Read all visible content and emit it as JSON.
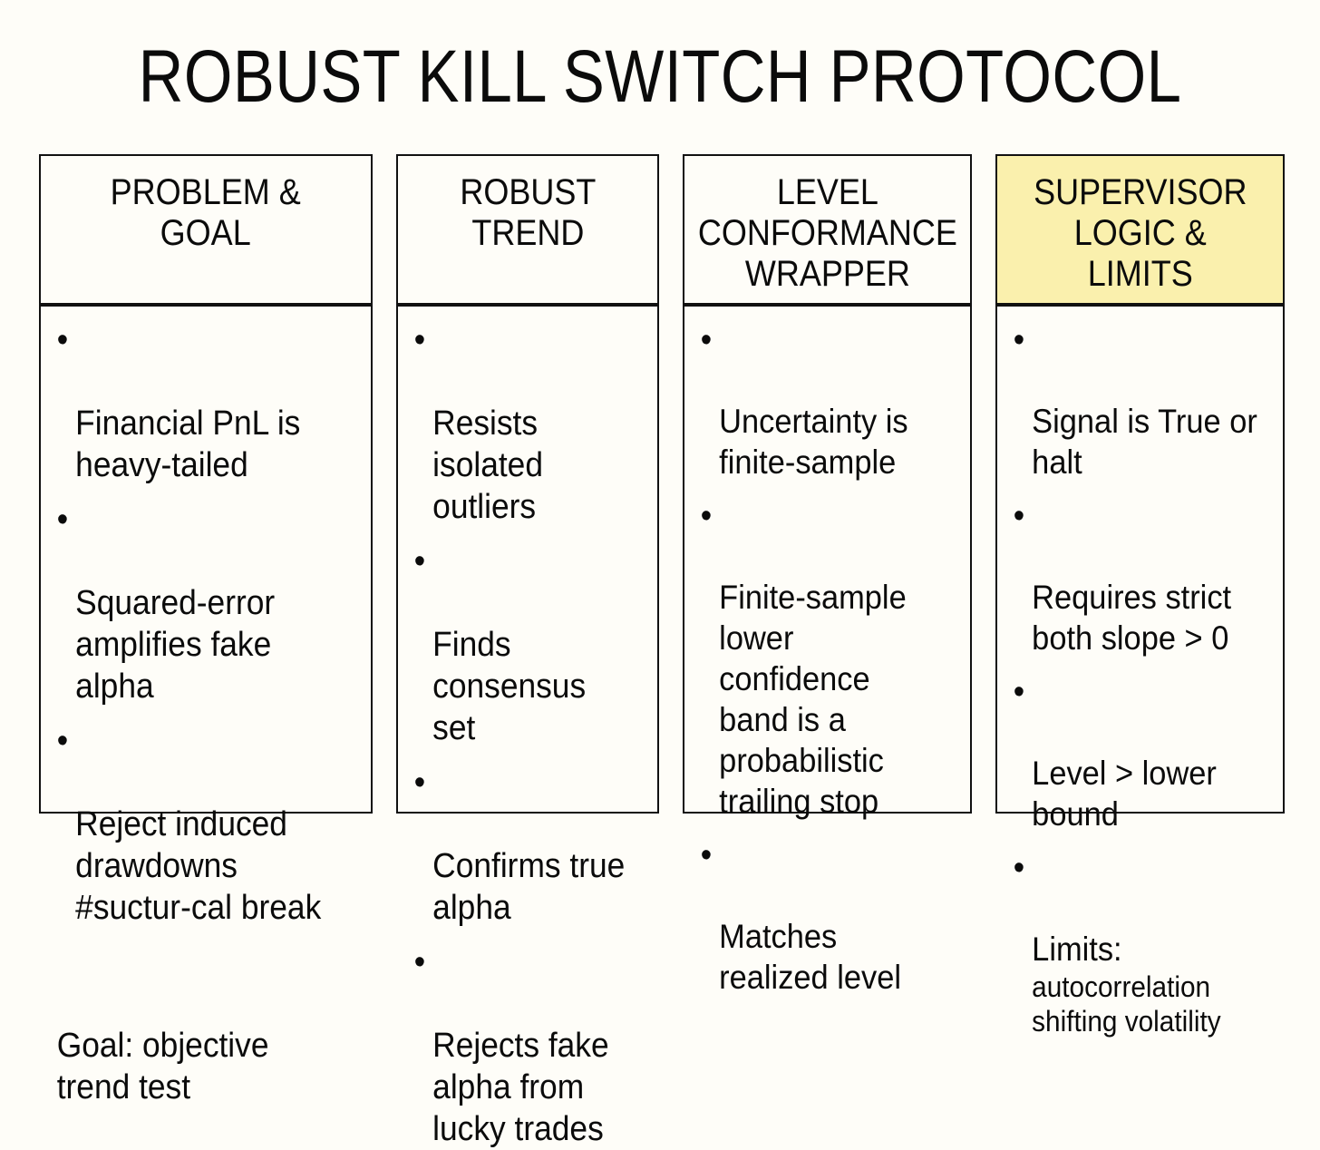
{
  "title": "ROBUST KILL SWITCH PROTOCOL",
  "theme": {
    "page_background": "#fefdf8",
    "text_color": "#0b0b0b",
    "border_color": "#111111",
    "highlight_color": "#faf0ad"
  },
  "columns": [
    {
      "id": "problem-goal",
      "header": "PROBLEM &\nGOAL",
      "highlighted": false,
      "items": [
        {
          "text": "Financial PnL is heavy-tailed",
          "bullet": true
        },
        {
          "text": "Squared-error amplifies fake alpha",
          "bullet": true
        },
        {
          "text": "Reject induced drawdowns #suctur-cal break",
          "bullet": true
        },
        {
          "text": "Goal: objective trend test",
          "bullet": false
        }
      ]
    },
    {
      "id": "robust-trend",
      "header": "ROBUST\nTREND",
      "highlighted": false,
      "items": [
        {
          "text": "Resists isolated outliers",
          "bullet": true
        },
        {
          "text": "Finds consensus set",
          "bullet": true
        },
        {
          "text": "Confirms true alpha",
          "bullet": true
        },
        {
          "text": "Rejects fake alpha from lucky trades",
          "bullet": true
        }
      ]
    },
    {
      "id": "level-conformance-wrapper",
      "header": "LEVEL\nCONFORMANCE\nWRAPPER",
      "highlighted": false,
      "items": [
        {
          "text": "Uncertainty is finite-sample",
          "bullet": true
        },
        {
          "text": "Finite-sample lower confidence band is a probabilistic trailing stop",
          "bullet": true
        },
        {
          "text": "Matches realized level",
          "bullet": true
        }
      ]
    },
    {
      "id": "supervisor-logic-limits",
      "header": "SUPERVISOR\nLOGIC &\nLIMITS",
      "highlighted": true,
      "items": [
        {
          "text": "Signal is True or halt",
          "bullet": true
        },
        {
          "text": "Requires strict both slope > 0",
          "bullet": true
        },
        {
          "text": "Level > lower bound",
          "bullet": true
        },
        {
          "text": "Limits:",
          "sub": "autocorrelation shifting volatility",
          "bullet": true
        }
      ]
    }
  ],
  "bullet_glyph": "•"
}
